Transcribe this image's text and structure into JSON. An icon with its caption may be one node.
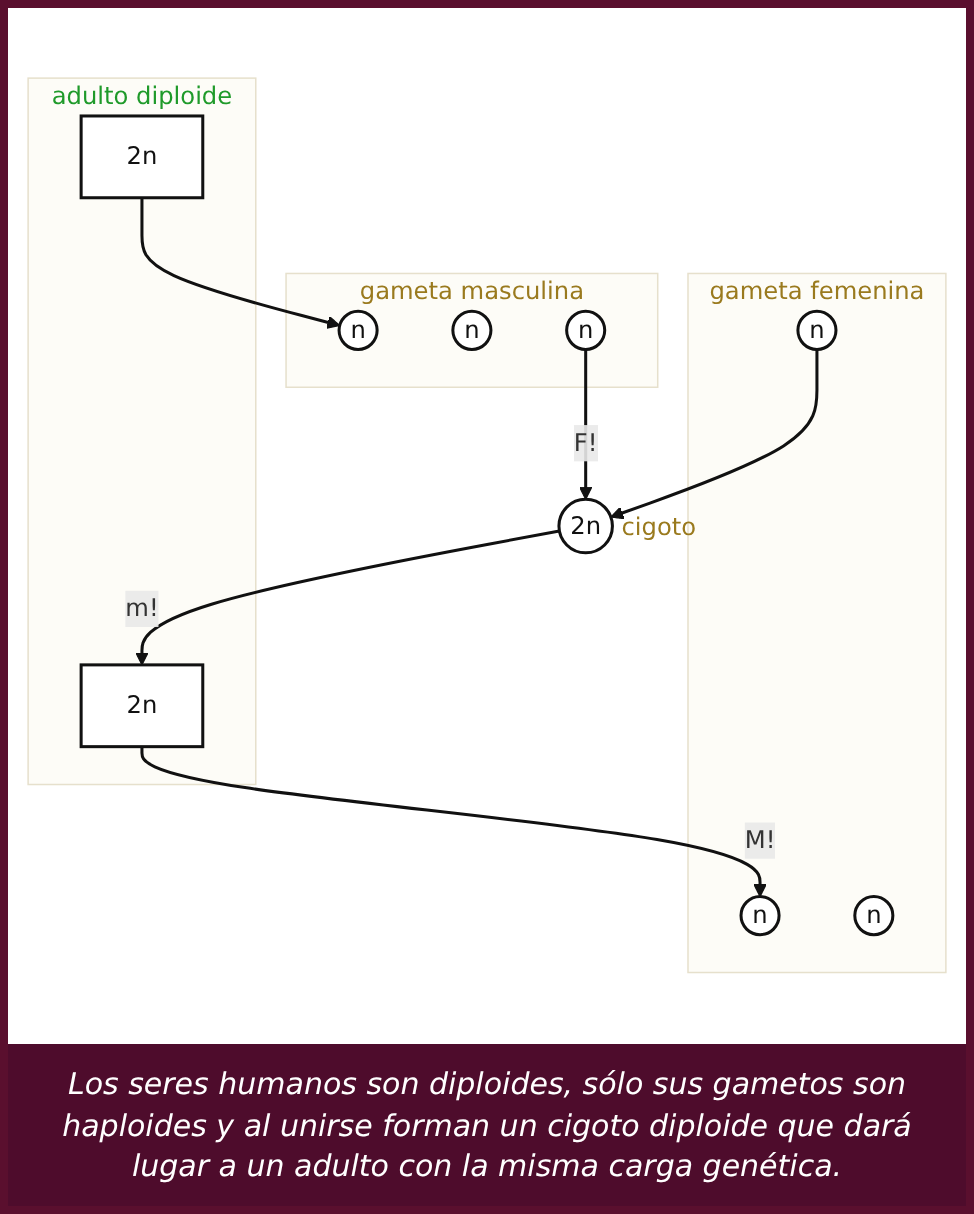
{
  "diagram": {
    "caption": "Los seres humanos son diploides, sólo sus gametos son haploides y al unirse forman un cigoto diploide que dará lugar a un adulto con la misma carga genética.",
    "nodes": [
      {
        "text": [
          "gameta femenina"
        ]
      },
      {
        "text": [
          "n"
        ],
        "in": 0
      },
      {
        "text": [
          "n"
        ],
        "in": 0
      },
      {
        "text": [
          "n"
        ],
        "in": 0
      },
      {
        "text": [
          "gameta masculina"
        ]
      },
      {
        "text": [
          "n"
        ],
        "in": 4
      },
      {
        "text": [
          "n"
        ],
        "in": 4
      },
      {
        "text": [
          "n"
        ],
        "in": 4
      },
      {
        "text": [
          "2n"
        ],
        "beside": [
          "cigoto"
        ]
      },
      {
        "text": [
          "adulto diploide"
        ]
      },
      {
        "text": [
          "2n"
        ],
        "in": 9
      },
      {
        "text": [
          "2n"
        ],
        "in": 9
      }
    ],
    "edges": [
      {
        "from": 11,
        "to": 1,
        "arrow": "to",
        "label": "M!"
      },
      {
        "from": 10,
        "to": 5,
        "arrow": "to"
      },
      {
        "from": 3,
        "to": 8,
        "arrow": "to"
      },
      {
        "from": 7,
        "to": 8,
        "arrow": "to",
        "label": "F!"
      },
      {
        "from": 8,
        "to": 11,
        "arrow": "to",
        "label": "m!"
      }
    ]
  }
}
